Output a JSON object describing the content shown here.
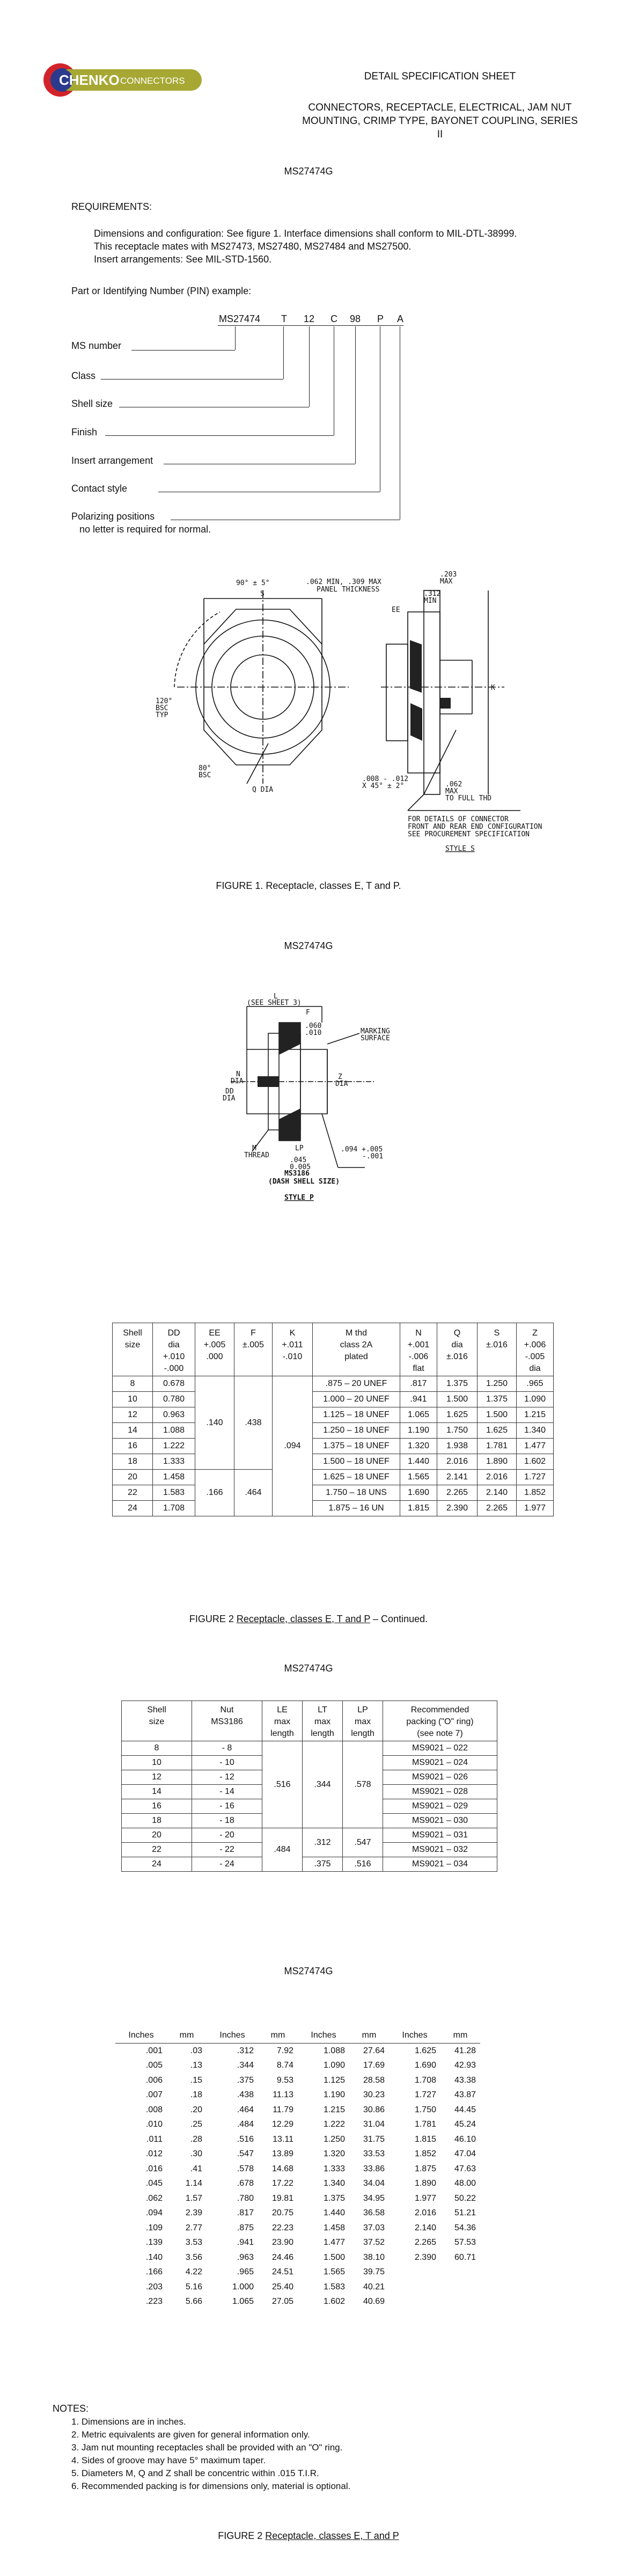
{
  "logo": {
    "brand": "CHENKO",
    "sub": "CONNECTORS"
  },
  "header": {
    "line1": "DETAIL SPECIFICATION SHEET",
    "line2": "CONNECTORS, RECEPTACLE, ELECTRICAL, JAM NUT",
    "line3": "MOUNTING, CRIMP TYPE, BAYONET COUPLING, SERIES II"
  },
  "doc_number": "MS27474G",
  "requirements_title": "REQUIREMENTS:",
  "requirements_text": [
    "Dimensions and configuration:  See figure 1.  Interface dimensions shall conform to MIL-DTL-38999.",
    "This receptacle mates with MS27473, MS27480, MS27484 and MS27500.",
    "Insert arrangements:  See MIL-STD-1560."
  ],
  "pin_intro": "Part or Identifying Number (PIN) example:",
  "pin_parts": [
    "MS27474",
    "T",
    "12",
    "C",
    "98",
    "P",
    "A"
  ],
  "pin_labels": [
    "MS number",
    "Class",
    "Shell size",
    "Finish",
    "Insert arrangement",
    "Contact style",
    "Polarizing positions"
  ],
  "pin_note": "no letter is required for normal.",
  "figure1": {
    "caption": "FIGURE 1.  Receptacle, classes E, T and P.",
    "dims": [
      "90° ± 5°",
      ".062 MIN, .309 MAX",
      "PANEL THICKNESS",
      ".203",
      "MAX",
      ".312",
      "MIN",
      "EE",
      "S",
      "120°",
      "BSC",
      "TYP",
      "80°",
      "BSC",
      ".008 - .012",
      "X 45° ± 2°",
      "Q DIA",
      ".062",
      "MAX",
      "TO FULL THD",
      "K",
      "FOR DETAILS OF CONNECTOR",
      "FRONT AND REAR END CONFIGURATION",
      "SEE PROCUREMENT SPECIFICATION",
      "STYLE S"
    ]
  },
  "doc_number2": "MS27474G",
  "figure2_drawing": {
    "dims": [
      "L",
      "(SEE SHEET 3)",
      "F",
      ".060",
      ".010",
      "MARKING",
      "SURFACE",
      "N",
      "DIA",
      "DD",
      "DIA",
      "Z",
      "DIA",
      "M",
      "THREAD",
      "LP",
      ".045",
      "0.005",
      ".094 +.005",
      "-.001",
      "MS3186",
      "(DASH SHELL SIZE)",
      "STYLE  P"
    ]
  },
  "table1": {
    "headers": [
      [
        "Shell",
        "size",
        "",
        ""
      ],
      [
        "DD",
        "dia",
        "+.010",
        "-.000"
      ],
      [
        "EE",
        "+.005",
        ".000",
        ""
      ],
      [
        "F",
        "±.005",
        "",
        ""
      ],
      [
        "K",
        "+.011",
        "-.010",
        ""
      ],
      [
        "M thd",
        "class 2A",
        "plated",
        ""
      ],
      [
        "N",
        "+.001",
        "-.006",
        "flat"
      ],
      [
        "Q",
        "dia",
        "±.016",
        ""
      ],
      [
        "S",
        "±.016",
        "",
        ""
      ],
      [
        "Z",
        "+.006",
        "-.005",
        "dia"
      ]
    ],
    "shell": [
      "8",
      "10",
      "12",
      "14",
      "16",
      "18",
      "20",
      "22",
      "24"
    ],
    "dd": [
      "0.678",
      "0.780",
      "0.963",
      "1.088",
      "1.222",
      "1.333",
      "1.458",
      "1.583",
      "1.708"
    ],
    "ee": [
      ".140",
      ".166"
    ],
    "f": [
      ".438",
      ".464"
    ],
    "k": ".094",
    "m": [
      ".875 – 20 UNEF",
      "1.000 – 20 UNEF",
      "1.125 – 18 UNEF",
      "1.250 – 18 UNEF",
      "1.375 – 18 UNEF",
      "1.500 – 18 UNEF",
      "1.625 – 18 UNEF",
      "1.750 – 18 UNS",
      "1.875 – 16 UN"
    ],
    "n": [
      ".817",
      ".941",
      "1.065",
      "1.190",
      "1.320",
      "1.440",
      "1.565",
      "1.690",
      "1.815"
    ],
    "q": [
      "1.375",
      "1.500",
      "1.625",
      "1.750",
      "1.938",
      "2.016",
      "2.141",
      "2.265",
      "2.390"
    ],
    "s": [
      "1.250",
      "1.375",
      "1.500",
      "1.625",
      "1.781",
      "1.890",
      "2.016",
      "2.140",
      "2.265"
    ],
    "z": [
      ".965",
      "1.090",
      "1.215",
      "1.340",
      "1.477",
      "1.602",
      "1.727",
      "1.852",
      "1.977"
    ]
  },
  "figure2_caption": {
    "prefix": "FIGURE 2 ",
    "link": "Receptacle, classes E, T and P",
    "suffix": " – Continued."
  },
  "doc_number3": "MS27474G",
  "table2": {
    "headers": [
      [
        "Shell",
        "size",
        ""
      ],
      [
        "Nut",
        "MS3186",
        ""
      ],
      [
        "LE",
        "max",
        "length"
      ],
      [
        "LT",
        "max",
        "length"
      ],
      [
        "LP",
        "max",
        "length"
      ],
      [
        "Recommended",
        "packing  (\"O\" ring)",
        "(see note 7)"
      ]
    ],
    "shell": [
      "8",
      "10",
      "12",
      "14",
      "16",
      "18",
      "20",
      "22",
      "24"
    ],
    "nut": [
      "- 8",
      "- 10",
      "- 12",
      "- 14",
      "- 16",
      "- 18",
      "- 20",
      "- 22",
      "- 24"
    ],
    "le": [
      ".516",
      ".484"
    ],
    "lt": [
      ".344",
      ".312",
      ".375"
    ],
    "lp": [
      ".578",
      ".547",
      ".516"
    ],
    "packing": [
      "MS9021 – 022",
      "MS9021 – 024",
      "MS9021 – 026",
      "MS9021 – 028",
      "MS9021 – 029",
      "MS9021 – 030",
      "MS9021 – 031",
      "MS9021 – 032",
      "MS9021 – 034"
    ]
  },
  "doc_number4": "MS27474G",
  "table3": {
    "headers": [
      "Inches",
      "mm",
      "Inches",
      "mm",
      "Inches",
      "mm",
      "Inches",
      "mm"
    ],
    "rows": [
      [
        ".001",
        ".03",
        ".312",
        "7.92",
        "1.088",
        "27.64",
        "1.625",
        "41.28"
      ],
      [
        ".005",
        ".13",
        ".344",
        "8.74",
        "1.090",
        "17.69",
        "1.690",
        "42.93"
      ],
      [
        ".006",
        ".15",
        ".375",
        "9.53",
        "1.125",
        "28.58",
        "1.708",
        "43.38"
      ],
      [
        ".007",
        ".18",
        ".438",
        "11.13",
        "1.190",
        "30.23",
        "1.727",
        "43.87"
      ],
      [
        ".008",
        ".20",
        ".464",
        "11.79",
        "1.215",
        "30.86",
        "1.750",
        "44.45"
      ],
      [
        ".010",
        ".25",
        ".484",
        "12.29",
        "1.222",
        "31.04",
        "1.781",
        "45.24"
      ],
      [
        ".011",
        ".28",
        ".516",
        "13.11",
        "1.250",
        "31.75",
        "1.815",
        "46.10"
      ],
      [
        ".012",
        ".30",
        ".547",
        "13.89",
        "1.320",
        "33.53",
        "1.852",
        "47.04"
      ],
      [
        ".016",
        ".41",
        ".578",
        "14.68",
        "1.333",
        "33.86",
        "1.875",
        "47.63"
      ],
      [
        ".045",
        "1.14",
        ".678",
        "17.22",
        "1.340",
        "34.04",
        "1.890",
        "48.00"
      ],
      [
        ".062",
        "1.57",
        ".780",
        "19.81",
        "1.375",
        "34.95",
        "1.977",
        "50.22"
      ],
      [
        ".094",
        "2.39",
        ".817",
        "20.75",
        "1.440",
        "36.58",
        "2.016",
        "51.21"
      ],
      [
        ".109",
        "2.77",
        ".875",
        "22.23",
        "1.458",
        "37.03",
        "2.140",
        "54.36"
      ],
      [
        ".139",
        "3.53",
        ".941",
        "23.90",
        "1.477",
        "37.52",
        "2.265",
        "57.53"
      ],
      [
        ".140",
        "3.56",
        ".963",
        "24.46",
        "1.500",
        "38.10",
        "2.390",
        "60.71"
      ],
      [
        ".166",
        "4.22",
        ".965",
        "24.51",
        "1.565",
        "39.75",
        "",
        ""
      ],
      [
        ".203",
        "5.16",
        "1.000",
        "25.40",
        "1.583",
        "40.21",
        "",
        ""
      ],
      [
        ".223",
        "5.66",
        "1.065",
        "27.05",
        "1.602",
        "40.69",
        "",
        ""
      ]
    ]
  },
  "notes_title": "NOTES:",
  "notes": [
    "1.  Dimensions are in inches.",
    "2.  Metric equivalents are given for general information only.",
    "3.  Jam nut mounting receptacles shall be provided with an \"O\" ring.",
    "4.  Sides of groove may have 5° maximum taper.",
    "5.  Diameters M, Q and Z shall be concentric within .015 T.I.R.",
    "6.  Recommended packing is for dimensions only, material is optional."
  ],
  "figure2_caption_final": {
    "prefix": "FIGURE 2  ",
    "link": "Receptacle, classes E, T and P"
  },
  "colors": {
    "logo_red": "#d3232a",
    "logo_blue": "#2b3a8c",
    "logo_olive": "#a6a833",
    "text": "#111111"
  }
}
